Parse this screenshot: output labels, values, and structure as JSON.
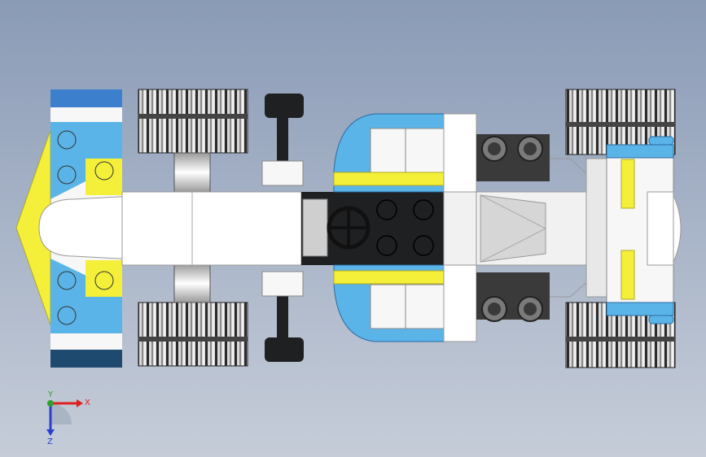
{
  "viewport": {
    "colors": {
      "background_top": "#8c9db7",
      "background_bottom": "#c4ccd8",
      "blue_light": "#5bb4e8",
      "blue_mid": "#3c88cc",
      "blue_dark": "#1f4a70",
      "yellow": "#f4f03a",
      "white": "#f7f7f7",
      "light_gray": "#d9dde2",
      "dark": "#1f2022",
      "tire_dark": "#2a2a2a",
      "tire_light": "#cfcfcf"
    }
  },
  "triad": {
    "x_label": "X",
    "y_label": "Y",
    "z_label": "Z",
    "x_color": "#e02020",
    "y_color": "#2ea02e",
    "z_color": "#2a3fd0"
  }
}
